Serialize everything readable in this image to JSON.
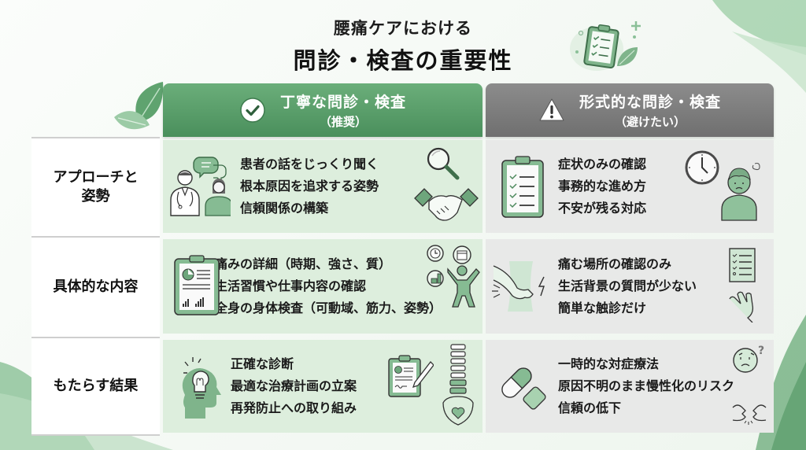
{
  "title": {
    "subtitle": "腰痛ケアにおける",
    "main": "問診・検査の重要性"
  },
  "colors": {
    "good_header": "#5a9e6b",
    "bad_header": "#7d7d7d",
    "good_cell": "#ddeedd",
    "bad_cell": "#e8e9e8",
    "accent_green": "#6ba87a"
  },
  "columns": {
    "good": {
      "title": "丁寧な問診・検査",
      "subtitle": "（推奨）",
      "icon": "check-circle-icon"
    },
    "bad": {
      "title": "形式的な問診・検査",
      "subtitle": "（避けたい）",
      "icon": "warning-triangle-icon"
    }
  },
  "rows": [
    {
      "label_line1": "アプローチと",
      "label_line2": "姿勢",
      "good": {
        "lines": [
          "患者の話をじっくり聞く",
          "根本原因を追求する姿勢",
          "信頼関係の構築"
        ],
        "icons": [
          "doctor-patient-dialogue-icon",
          "magnifier-icon",
          "handshake-icon"
        ]
      },
      "bad": {
        "lines": [
          "症状のみの確認",
          "事務的な進め方",
          "不安が残る対応"
        ],
        "icons": [
          "checklist-clipboard-icon",
          "clock-icon",
          "worried-patient-icon"
        ]
      }
    },
    {
      "label_line1": "具体的な内容",
      "label_line2": "",
      "good": {
        "lines": [
          "痛みの詳細（時期、強さ、質）",
          "生活習慣や仕事内容の確認",
          "全身の身体検査（可動域、筋力、姿勢）"
        ],
        "icons": [
          "report-clipboard-icon",
          "lifestyle-icons-cluster",
          "stretching-person-icon"
        ]
      },
      "bad": {
        "lines": [
          "痛む場所の確認のみ",
          "生活背景の質問が少ない",
          "簡単な触診だけ"
        ],
        "icons": [
          "back-pain-icon",
          "short-checklist-icon",
          "palpation-hand-icon"
        ]
      }
    },
    {
      "label_line1": "もたらす結果",
      "label_line2": "",
      "good": {
        "lines": [
          "正確な診断",
          "最適な治療計画の立案",
          "再発防止への取り組み"
        ],
        "icons": [
          "head-lightbulb-icon",
          "treatment-plan-icon",
          "healthy-spine-icon"
        ]
      },
      "bad": {
        "lines": [
          "一時的な対症療法",
          "原因不明のまま慢性化のリスク",
          "信頼の低下"
        ],
        "icons": [
          "pill-bandage-icon",
          "confused-face-icon",
          "broken-trust-icon"
        ]
      }
    }
  ]
}
